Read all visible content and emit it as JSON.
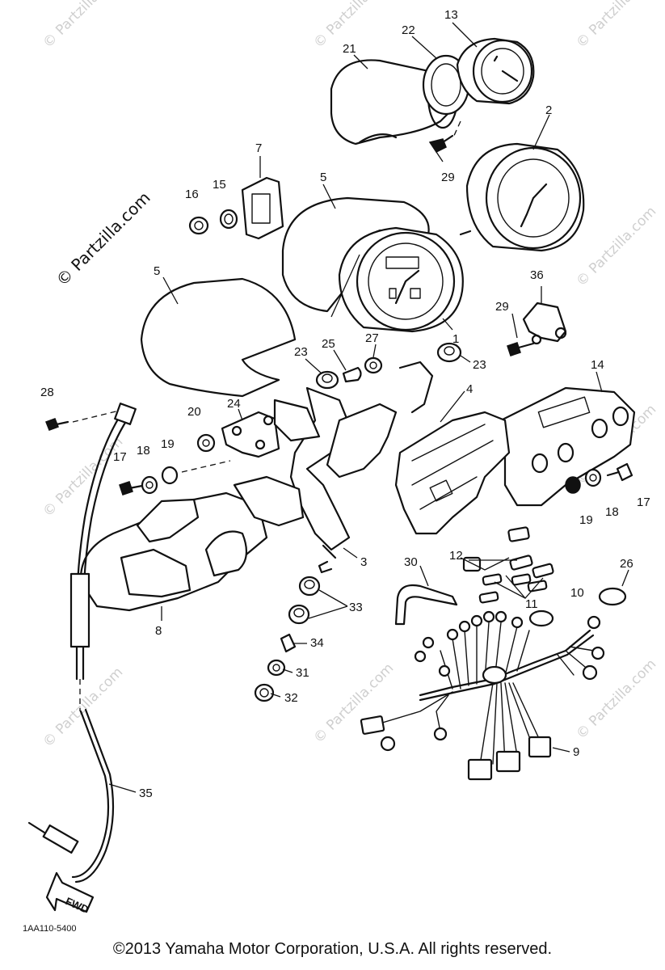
{
  "watermark_text": "© Partzilla.com",
  "diagram_code": "1AA110-5400",
  "fwd_label": "FWD",
  "copyright": "©2013  Yamaha Motor Corporation, U.S.A. All rights reserved.",
  "callouts": {
    "c13": "13",
    "c22": "22",
    "c21": "21",
    "c2": "2",
    "c29a": "29",
    "c7": "7",
    "c15": "15",
    "c16": "16",
    "c5a": "5",
    "c5b": "5",
    "c36": "36",
    "c29b": "29",
    "c1": "1",
    "c23a": "23",
    "c25": "25",
    "c27": "27",
    "c23b": "23",
    "c14": "14",
    "c28": "28",
    "c24": "24",
    "c20": "20",
    "c4": "4",
    "c17a": "17",
    "c18a": "18",
    "c19a": "19",
    "c19b": "19",
    "c18b": "18",
    "c17b": "17",
    "c3": "3",
    "c30": "30",
    "c12": "12",
    "c26": "26",
    "c10": "10",
    "c11": "11",
    "c33": "33",
    "c8": "8",
    "c34": "34",
    "c31": "31",
    "c32": "32",
    "c9": "9",
    "c35": "35"
  }
}
